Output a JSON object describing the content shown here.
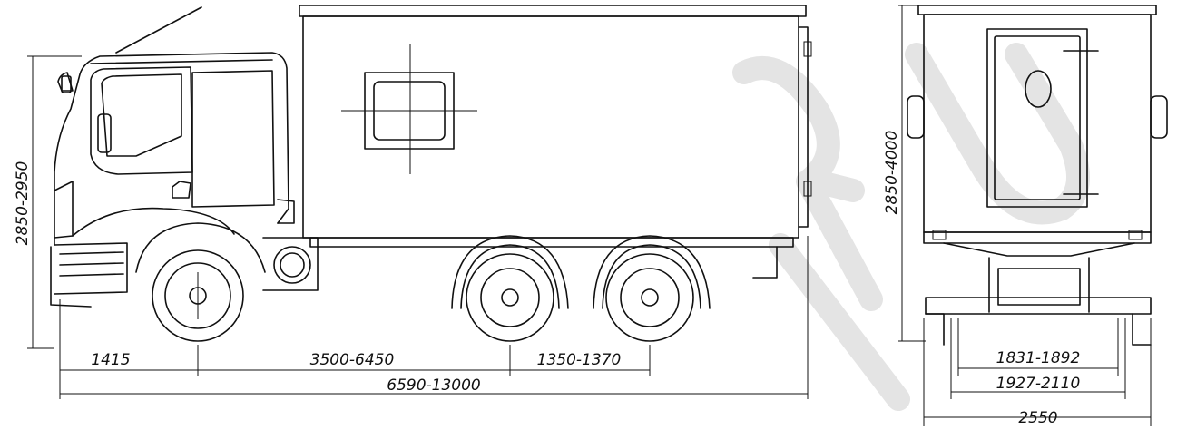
{
  "watermark": "RU",
  "dimensions": {
    "side_height": "2850-2950",
    "front_overhang": "1415",
    "wheelbase": "3500-6450",
    "rear_axle_spacing": "1350-1370",
    "overall_length": "6590-13000",
    "rear_height": "2850-4000",
    "track_inner": "1831-1892",
    "track_outer": "1927-2110",
    "overall_width": "2550"
  }
}
